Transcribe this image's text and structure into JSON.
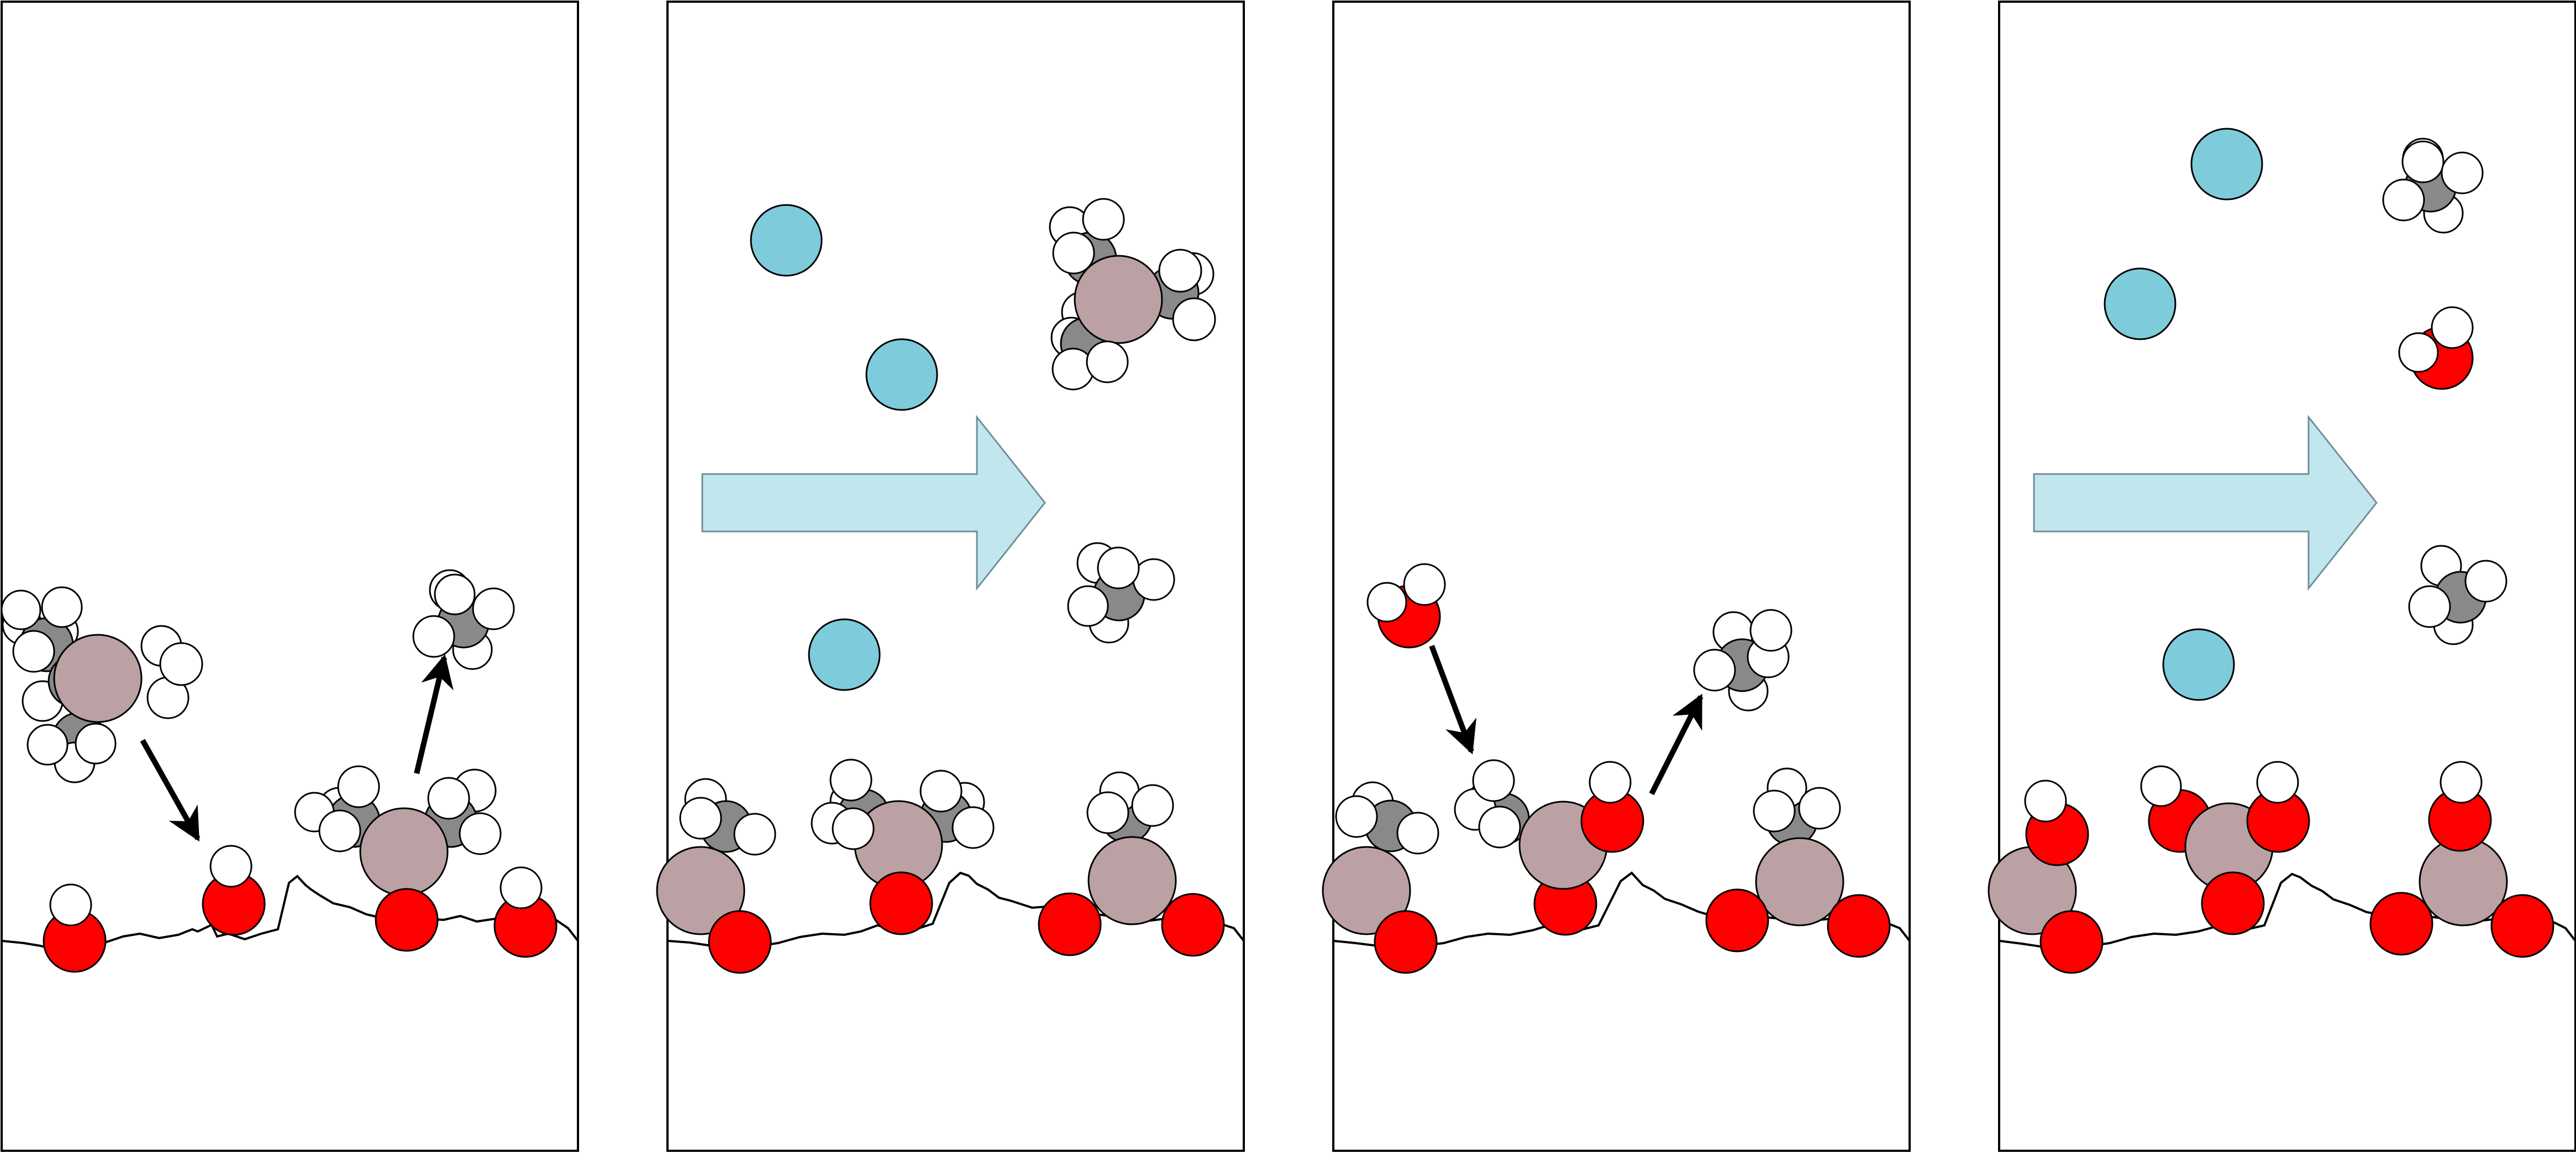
{
  "diagram": {
    "panel_count": 4,
    "colors": {
      "background": "#ffffff",
      "outline": "#000000",
      "metal": "#bba1a3",
      "oxygen": "#ff0000",
      "hydrogen": "#ffffff",
      "carbon": "#898989",
      "purge": "#7ecbdc",
      "step_arrow_fill": "#c2e6ee",
      "step_arrow_stroke": "#6f8f99",
      "reaction_arrow": "#000000"
    },
    "species": {
      "metal": "metal-atom",
      "oxygen": "oxygen-atom",
      "hydrogen": "hydrogen-atom",
      "carbon": "carbon-atom",
      "purge": "purge-gas-atom"
    },
    "panels": [
      {
        "name": "panel-1-precursor-adsorption",
        "step_arrow": false
      },
      {
        "name": "panel-2-precursor-purge",
        "step_arrow": true
      },
      {
        "name": "panel-3-coreactant-reaction",
        "step_arrow": false
      },
      {
        "name": "panel-4-coreactant-purge",
        "step_arrow": true
      }
    ]
  }
}
